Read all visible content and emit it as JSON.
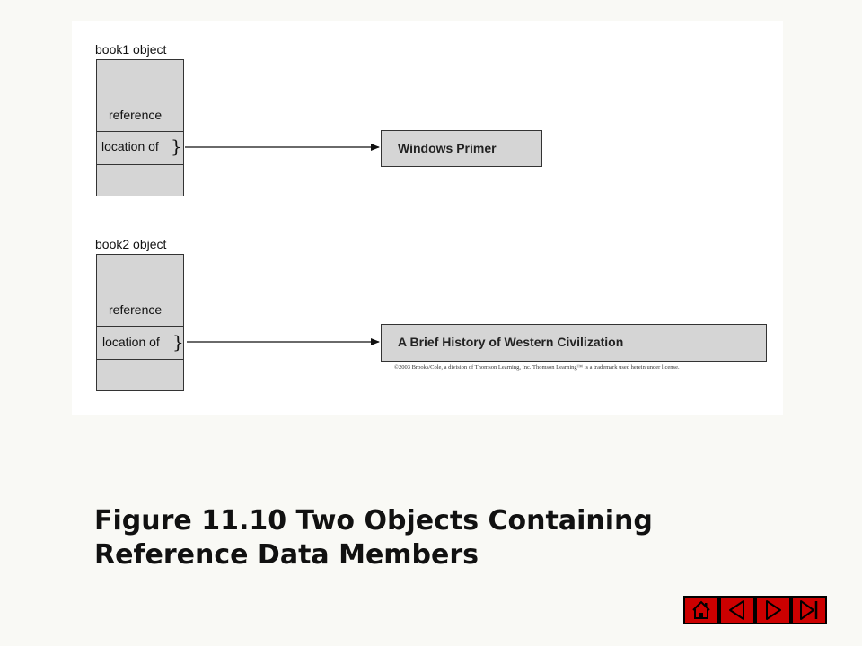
{
  "diagram": {
    "objects": [
      {
        "label": "book1 object",
        "reference_text": "reference",
        "location_text": "location of",
        "target_text": "Windows Primer"
      },
      {
        "label": "book2 object",
        "reference_text": "reference",
        "location_text": "location of",
        "target_text": "A Brief History of Western Civilization"
      }
    ],
    "copyright": "©2003 Brooks/Cole, a division of Thomson Learning, Inc.  Thomson Learning™ is a trademark used herein under license."
  },
  "caption": {
    "line1": "Figure 11.10  Two Objects Containing",
    "line2": "Reference Data Members"
  },
  "nav": {
    "buttons": [
      {
        "name": "home-icon"
      },
      {
        "name": "previous-icon"
      },
      {
        "name": "next-icon"
      },
      {
        "name": "end-icon"
      }
    ],
    "color": "#cc0000"
  }
}
